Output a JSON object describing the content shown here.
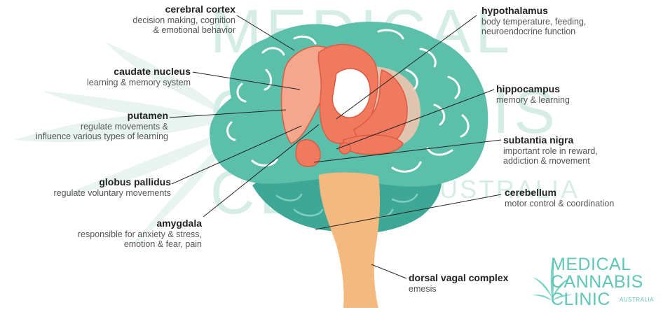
{
  "watermark": {
    "line1": "MEDICAL",
    "line2": "CANNABIS",
    "line3": "CLINIC",
    "line4": "AUSTRALIA"
  },
  "labels": {
    "cerebral_cortex": {
      "title": "cerebral cortex",
      "desc1": "decision making, cognition",
      "desc2": "& emotional behavior"
    },
    "caudate_nucleus": {
      "title": "caudate nucleus",
      "desc1": "learning & memory system"
    },
    "putamen": {
      "title": "putamen",
      "desc1": "regulate movements &",
      "desc2": "influence various types of learning"
    },
    "globus_pallidus": {
      "title": "globus pallidus",
      "desc1": "regulate voluntary movements"
    },
    "amygdala": {
      "title": "amygdala",
      "desc1": "responsible for anxiety & stress,",
      "desc2": "emotion & fear, pain"
    },
    "hypothalamus": {
      "title": "hypothalamus",
      "desc1": "body temperature, feeding,",
      "desc2": "neuroendocrine function"
    },
    "hippocampus": {
      "title": "hippocampus",
      "desc1": "memory & learning"
    },
    "substantia_nigra": {
      "title": "subtantia nigra",
      "desc1": "important role in reward,",
      "desc2": "addiction & movement"
    },
    "cerebellum": {
      "title": "cerebellum",
      "desc1": "motor control & coordination"
    },
    "dorsal_vagal_complex": {
      "title": "dorsal vagal complex",
      "desc1": "emesis"
    }
  },
  "logo": {
    "line1": "MEDICAL",
    "line2": "CANNABIS",
    "line3": "CLINIC",
    "line4": "AUSTRALIA"
  },
  "colors": {
    "brain": "#5bbfa9",
    "cerebellum": "#3fa796",
    "stem": "#f4b97f",
    "structures": "#f07a5f",
    "structures_light": "#f7b8a2",
    "watermark": "#cfe8e2",
    "logo": "#5fc6b8"
  }
}
